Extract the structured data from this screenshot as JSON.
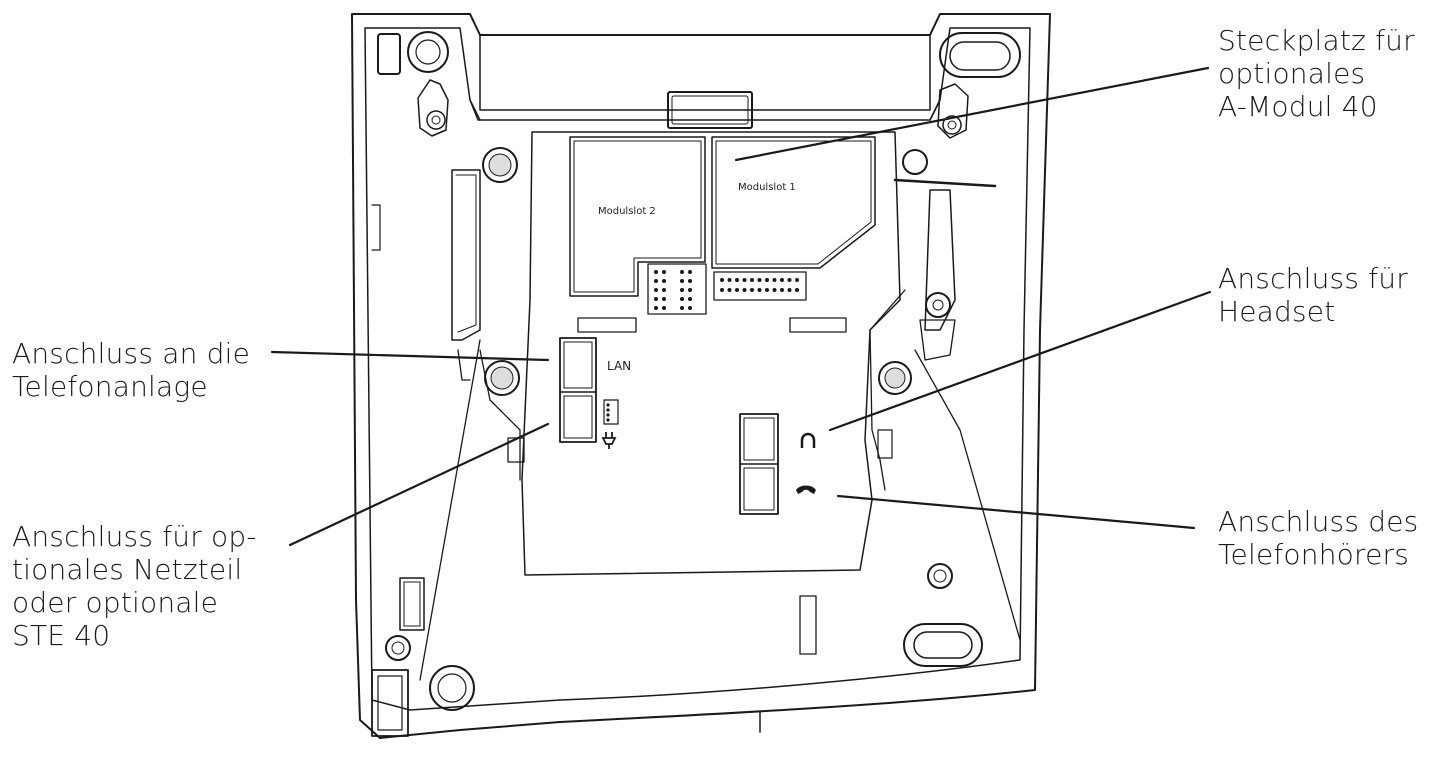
{
  "callouts": {
    "slot_a_module": [
      "Steckplatz für",
      "optionales",
      "A-Modul 40"
    ],
    "headset": [
      "Anschluss für",
      "Headset"
    ],
    "handset": [
      "Anschluss des",
      "Telefonhörers"
    ],
    "pbx": [
      "Anschluss an die",
      "Telefonanlage"
    ],
    "power": [
      "Anschluss für op-",
      "tionales Netzteil",
      "oder optionale",
      "STE 40"
    ]
  },
  "board_labels": {
    "modulslot_2": "Modulslot 2",
    "modulslot_1": "Modulslot 1",
    "lan": "LAN"
  },
  "icons": {
    "headset_port": "headset-icon",
    "handset_port": "handset-icon",
    "power_port": "power-plug-icon"
  }
}
